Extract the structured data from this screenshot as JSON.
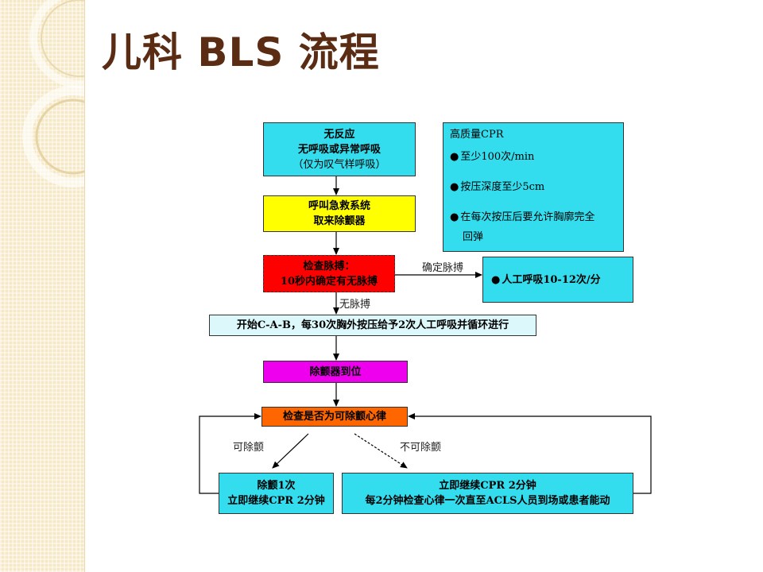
{
  "title": "儿科 BLS 流程",
  "boxes": {
    "unresponsive": {
      "line1": "无反应",
      "line2": "无呼吸或异常呼吸",
      "line3": "（仅为叹气样呼吸）"
    },
    "call_help": {
      "line1": "呼叫急救系统",
      "line2": "取来除颤器"
    },
    "check_pulse": {
      "line1": "检查脉搏：",
      "line2": "10秒内确定有无脉搏"
    },
    "rescue_breathing": {
      "text": "人工呼吸10-12次/分"
    },
    "start_cab": {
      "text": "开始C-A-B，每30次胸外按压给予2次人工呼吸并循环进行"
    },
    "defib_arrives": {
      "text": "除颤器到位"
    },
    "check_rhythm": {
      "text": "检查是否为可除颤心律"
    },
    "shock": {
      "line1": "除颤1次",
      "line2": "立即继续CPR 2分钟"
    },
    "no_shock": {
      "line1": "立即继续CPR 2分钟",
      "line2": "每2分钟检查心律一次直至ACLS人员到场或患者能动"
    },
    "high_quality": {
      "heading": "高质量CPR",
      "items": [
        "至少100次/min",
        "按压深度至少5cm",
        "在每次按压后要允许胸廓完全",
        "回弹"
      ]
    }
  },
  "labels": {
    "pulse_found": "确定脉搏",
    "no_pulse": "无脉搏",
    "shockable": "可除颤",
    "non_shockable": "不可除颤"
  }
}
